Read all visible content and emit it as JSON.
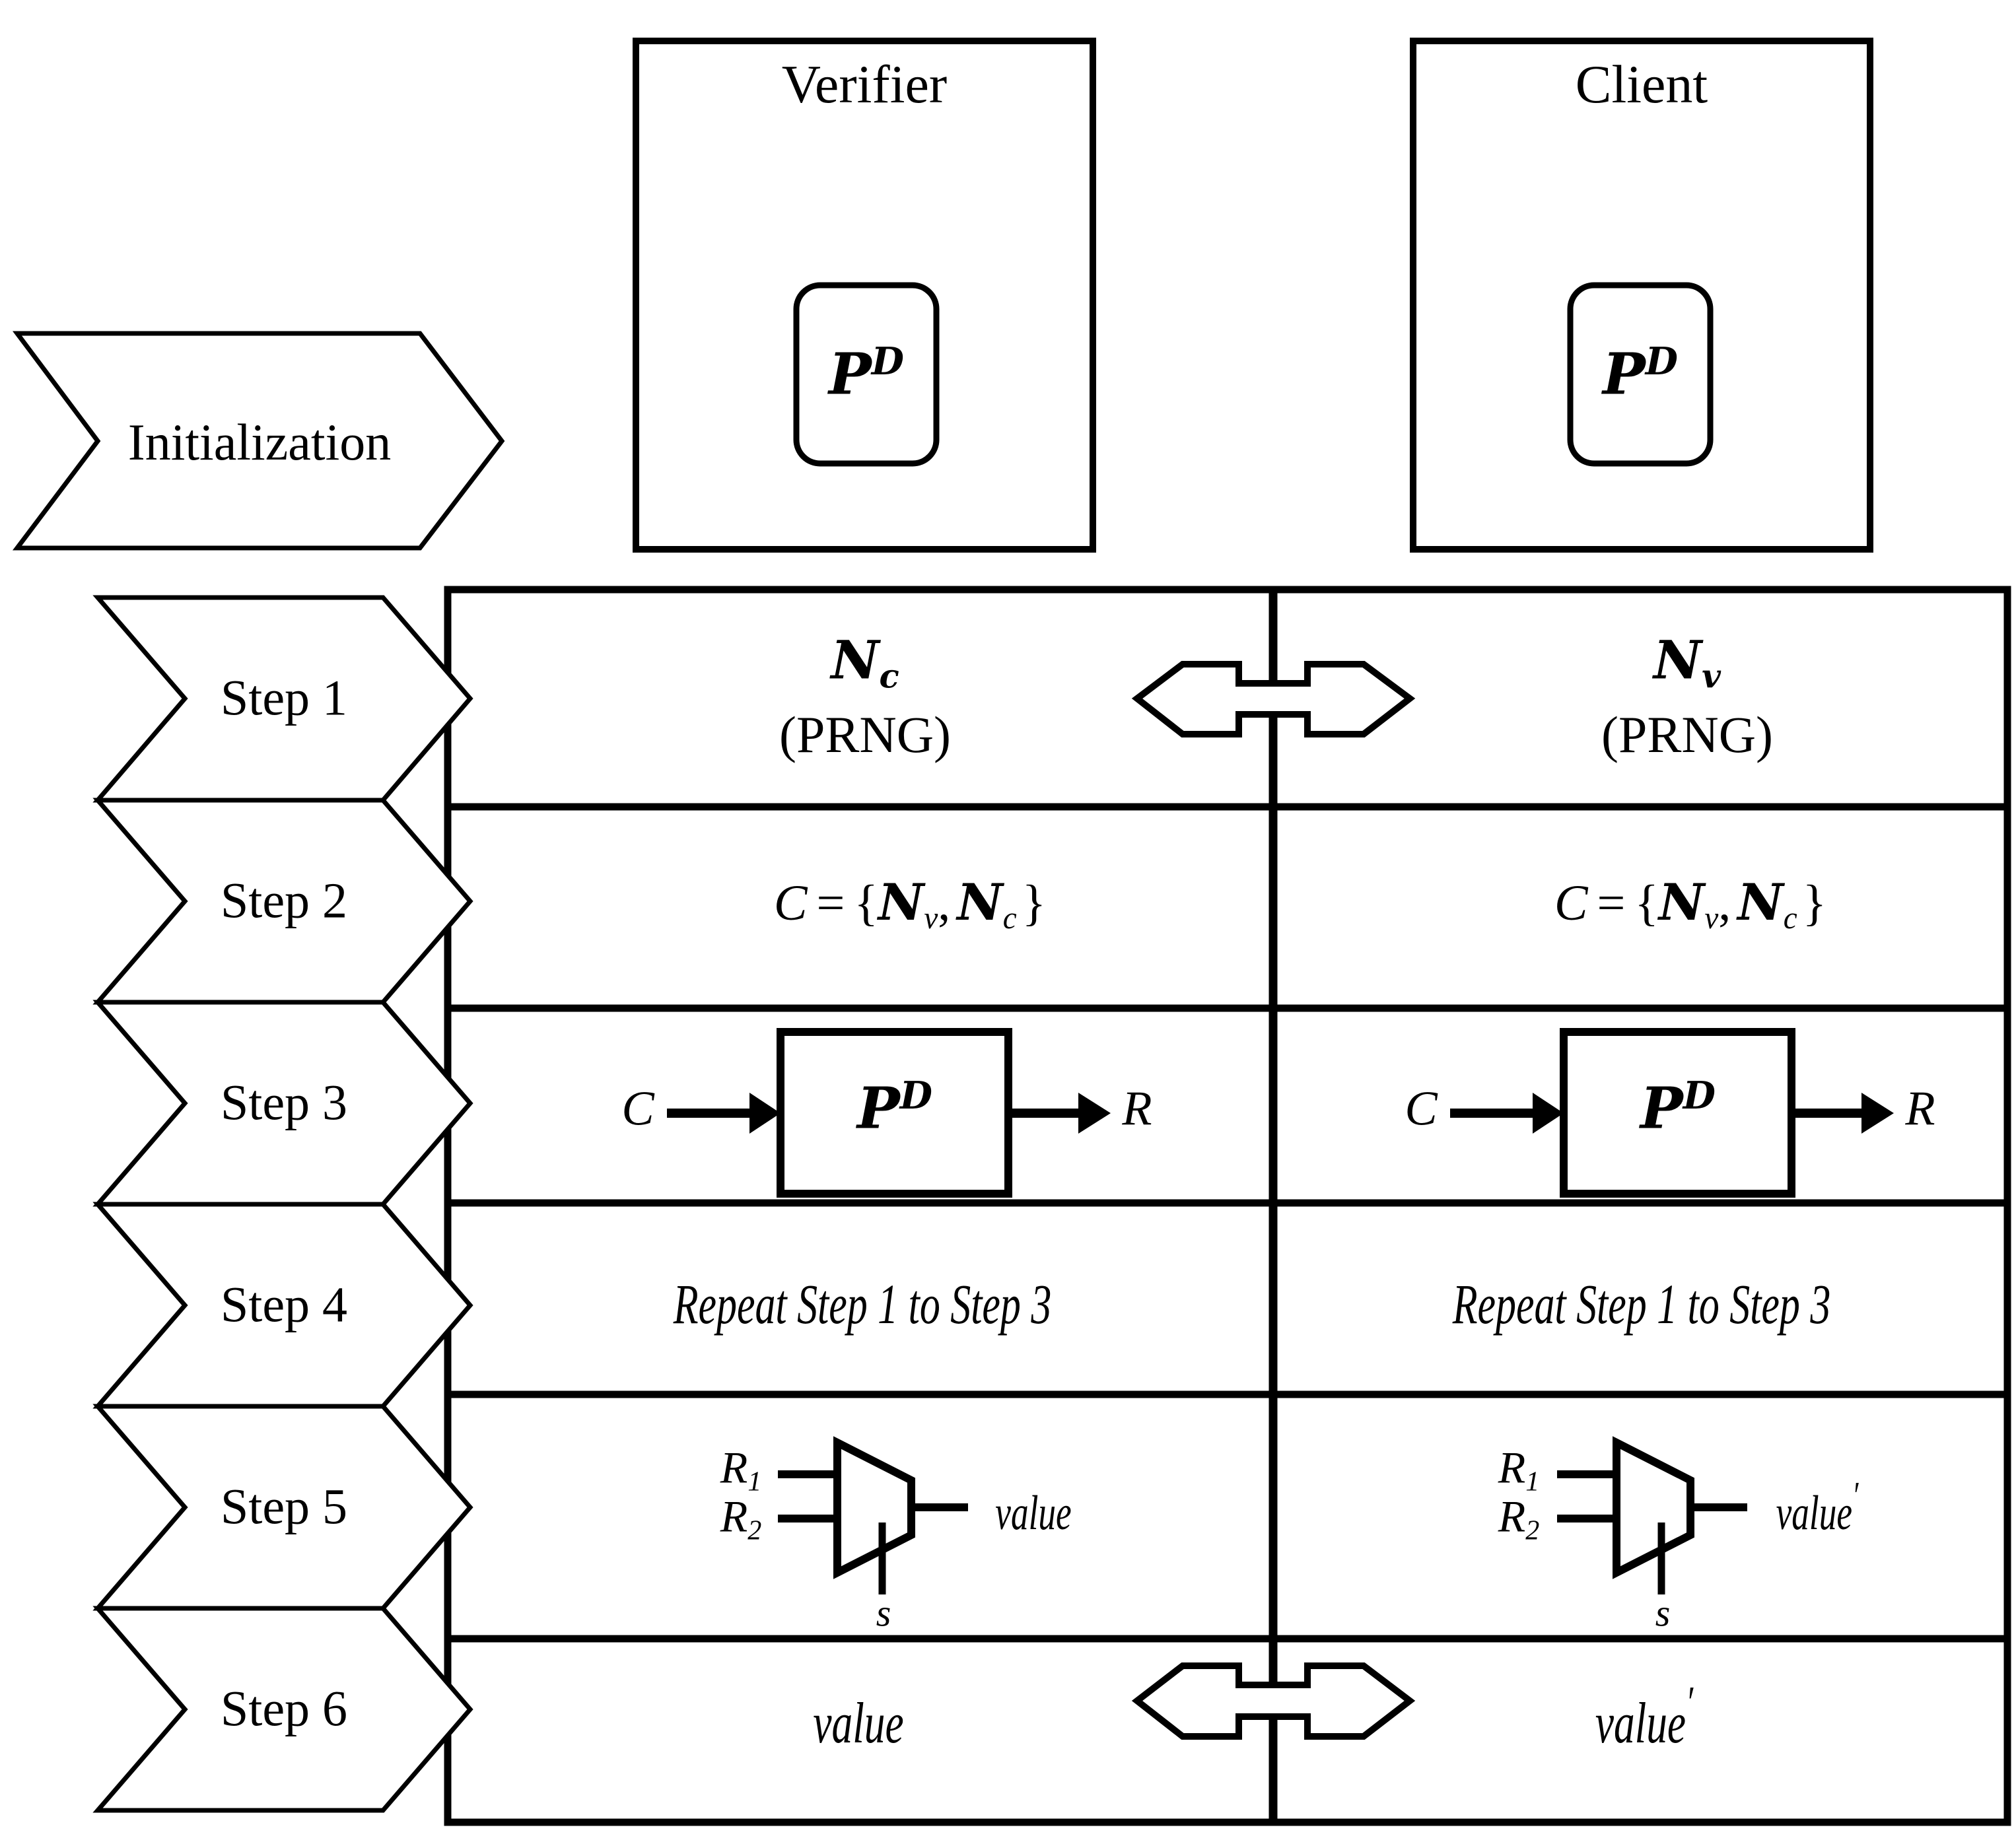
{
  "diagram": {
    "title": "Verifier-Client PUF challenge-response protocol flow",
    "stroke_color": "#000000",
    "background_color": "#ffffff"
  },
  "phases": [
    {
      "id": "initialization",
      "label": "Initialization"
    }
  ],
  "parties": [
    {
      "id": "verifier",
      "label": "Verifier",
      "module_symbol": "P",
      "module_superscript": "D"
    },
    {
      "id": "client",
      "label": "Client",
      "module_symbol": "P",
      "module_superscript": "D"
    }
  ],
  "steps": [
    {
      "id": "step-1",
      "label": "Step 1"
    },
    {
      "id": "step-2",
      "label": "Step 2"
    },
    {
      "id": "step-3",
      "label": "Step 3"
    },
    {
      "id": "step-4",
      "label": "Step 4"
    },
    {
      "id": "step-5",
      "label": "Step 5"
    },
    {
      "id": "step-6",
      "label": "Step 6"
    }
  ],
  "rows": {
    "step1": {
      "left": {
        "nonce_symbol": "N",
        "nonce_subscript": "c",
        "generator": "(PRNG)"
      },
      "right": {
        "nonce_symbol": "N",
        "nonce_subscript": "v",
        "generator": "(PRNG)"
      },
      "exchange_icon": "double-headed-arrow-icon"
    },
    "step2": {
      "left": {
        "lhs": "C",
        "eq": "=",
        "open": "{",
        "first": "N",
        "first_sub": "v",
        "comma": ",",
        "second": "N",
        "second_sub": "c",
        "close": "}"
      },
      "right": {
        "lhs": "C",
        "eq": "=",
        "open": "{",
        "first": "N",
        "first_sub": "v",
        "comma": ",",
        "second": "N",
        "second_sub": "c",
        "close": "}"
      }
    },
    "step3": {
      "left": {
        "input": "C",
        "box_symbol": "P",
        "box_superscript": "D",
        "output": "R"
      },
      "right": {
        "input": "C",
        "box_symbol": "P",
        "box_superscript": "D",
        "output": "R"
      }
    },
    "step4": {
      "left": {
        "text": "Repeat Step 1 to Step 3"
      },
      "right": {
        "text": "Repeat Step 1 to Step 3"
      }
    },
    "step5": {
      "left": {
        "input_1": "R",
        "input_1_sub": "1",
        "input_2": "R",
        "input_2_sub": "2",
        "select": "s",
        "output": "value",
        "output_prime": ""
      },
      "right": {
        "input_1": "R",
        "input_1_sub": "1",
        "input_2": "R",
        "input_2_sub": "2",
        "select": "s",
        "output": "value",
        "output_prime": "′"
      }
    },
    "step6": {
      "left": {
        "value": "value",
        "prime": ""
      },
      "right": {
        "value": "value",
        "prime": "′"
      },
      "exchange_icon": "double-headed-arrow-icon"
    }
  }
}
